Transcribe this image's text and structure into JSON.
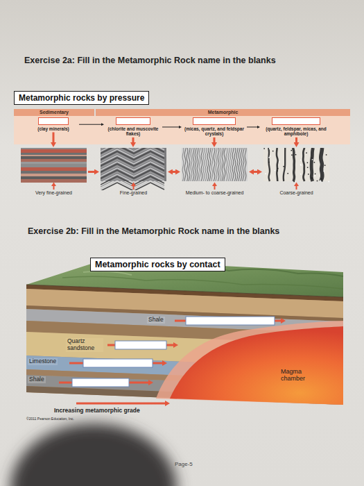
{
  "diagram": {
    "nodes": [
      {
        "text": [
          "Metamorphic rocks by pressure"
        ]
      },
      {
        "text": [
          "Sedimentary"
        ]
      },
      {
        "text": [
          "Metamorphic"
        ]
      },
      {
        "text": [
          "(clay minerals)"
        ]
      },
      {
        "text": [
          "(chlorite and muscovite flakes)"
        ]
      },
      {
        "text": [
          "(micas, quartz, and feldspar crystals)"
        ]
      },
      {
        "text": [
          "(quartz, feldspar, micas, and amphibole)"
        ]
      },
      {
        "text": [
          "Very fine-grained"
        ]
      },
      {
        "text": [
          "Fine-grained"
        ]
      },
      {
        "text": [
          "Medium- to coarse-grained"
        ]
      },
      {
        "text": [
          "Coarse-grained"
        ]
      },
      {
        "text": [
          "Metamorphic rocks by contact"
        ]
      }
    ],
    "edges": [
      {
        "from": 3,
        "to": 4,
        "arrow": "to"
      },
      {
        "from": 4,
        "to": 5,
        "arrow": "to"
      },
      {
        "from": 5,
        "to": 6,
        "arrow": "to"
      },
      {
        "from": 3,
        "to": 7,
        "arrow": "to"
      },
      {
        "from": 4,
        "to": 8,
        "arrow": "to"
      },
      {
        "from": 5,
        "to": 9,
        "arrow": "to"
      },
      {
        "from": 6,
        "to": 10,
        "arrow": "to"
      },
      {
        "from": 7,
        "to": 8,
        "arrow": "to"
      },
      {
        "from": 8,
        "to": 9,
        "arrow": "both"
      },
      {
        "from": 9,
        "to": 10,
        "arrow": "both"
      }
    ],
    "labels": [
      "Exercise 2a: Fill in the Metamorphic Rock name in the blanks",
      "Exercise 2b: Fill in the Metamorphic Rock name in the blanks",
      "Shale",
      "Quartz sandstone",
      "Limestone",
      "Shale",
      "Magma chamber",
      "Increasing metamorphic grade",
      "©2011 Pearson Education, Inc.",
      "Page-5"
    ]
  }
}
